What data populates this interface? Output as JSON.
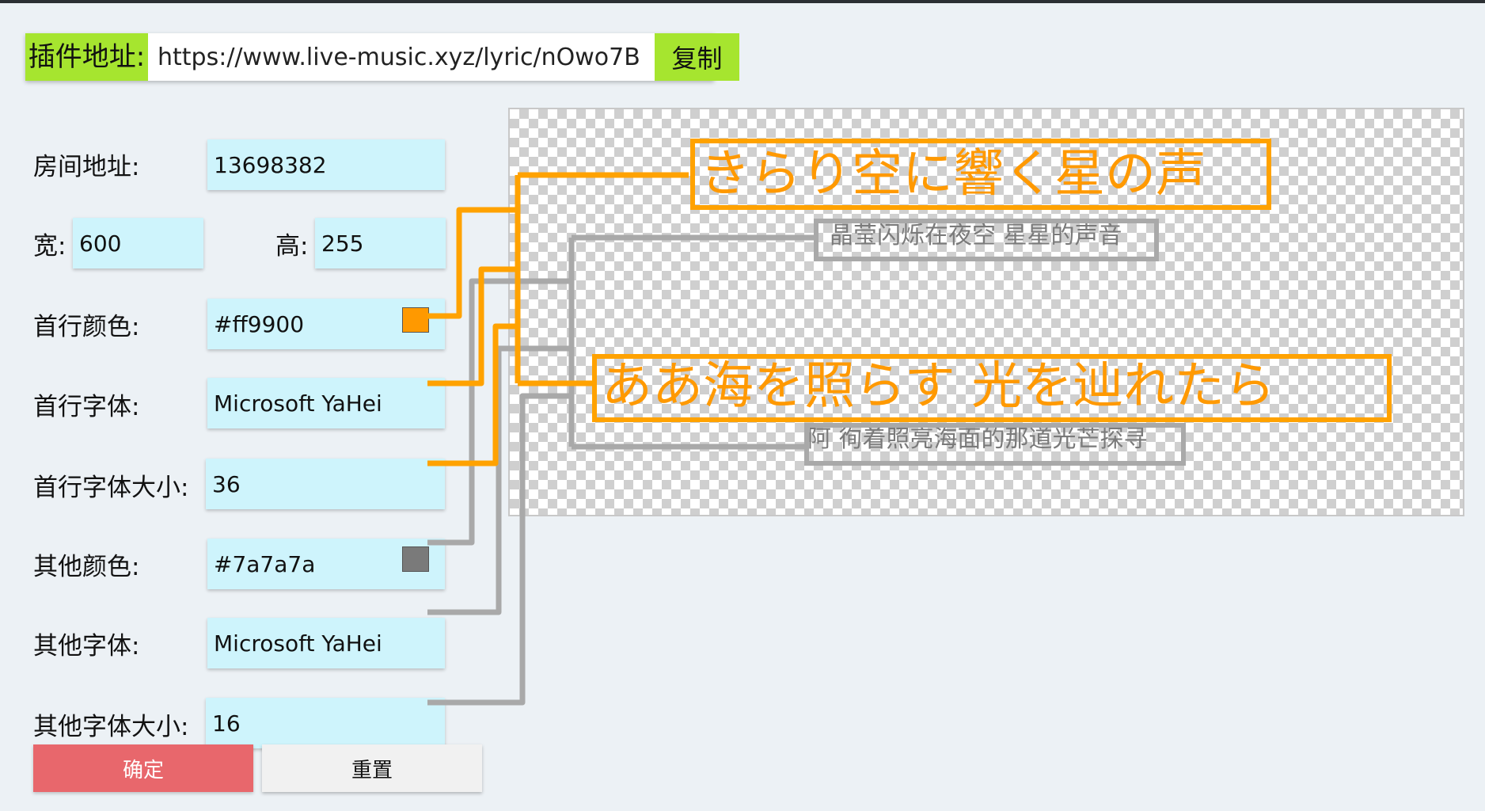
{
  "plugin": {
    "label": "插件地址:",
    "url": "https://www.live-music.xyz/lyric/nOwo7B",
    "copy_label": "复制"
  },
  "form": {
    "room": {
      "label": "房间地址:",
      "value": "13698382"
    },
    "width": {
      "label": "宽:",
      "value": "600"
    },
    "height": {
      "label": "高:",
      "value": "255"
    },
    "first_color": {
      "label": "首行颜色:",
      "value": "#ff9900",
      "swatch": "#ff9900"
    },
    "first_font": {
      "label": "首行字体:",
      "value": "Microsoft YaHei"
    },
    "first_size": {
      "label": "首行字体大小:",
      "value": "36"
    },
    "other_color": {
      "label": "其他颜色:",
      "value": "#7a7a7a",
      "swatch": "#7a7a7a"
    },
    "other_font": {
      "label": "其他字体:",
      "value": "Microsoft YaHei"
    },
    "other_size": {
      "label": "其他字体大小:",
      "value": "16"
    }
  },
  "buttons": {
    "confirm": "确定",
    "reset": "重置"
  },
  "preview": {
    "lyric1_main": "きらり空に響く星の声",
    "lyric1_sub": "晶莹闪烁在夜空 星星的声音",
    "lyric2_main": "ああ海を照らす 光を辿れたら",
    "lyric2_sub": "阿 徇着照亮海面的那道光芒探寻",
    "annotation_colors": {
      "first_line": "#ffa200",
      "other_lines": "#a9a9a9"
    }
  }
}
